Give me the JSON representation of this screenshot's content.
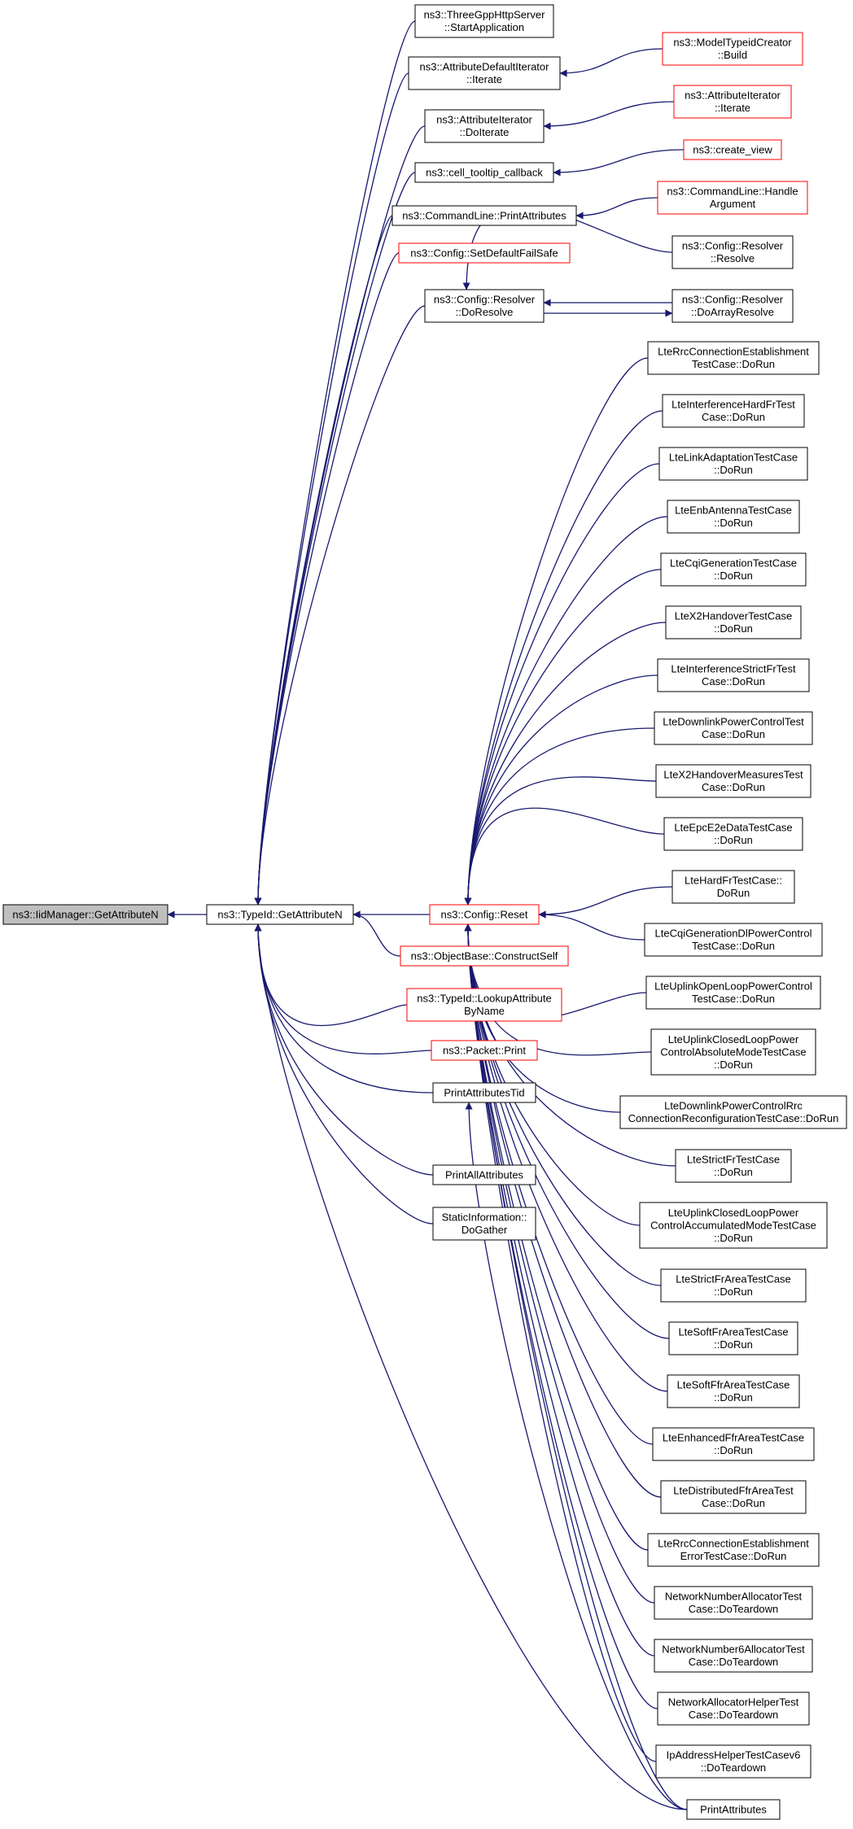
{
  "colors": {
    "edge": "#191970",
    "node_border_normal": "#000000",
    "node_border_truncated": "#ff0000",
    "node_fill": "#ffffff",
    "node_fill_focus": "#bfbfbf",
    "text": "#000000"
  },
  "nodes": [
    {
      "id": "iid",
      "lines": [
        "ns3::IidManager::GetAttributeN"
      ],
      "style": "focus"
    },
    {
      "id": "tid",
      "lines": [
        "ns3::TypeId::GetAttributeN"
      ],
      "style": "normal"
    },
    {
      "id": "tgpp",
      "lines": [
        "ns3::ThreeGppHttpServer",
        "::StartApplication"
      ],
      "style": "normal"
    },
    {
      "id": "adi",
      "lines": [
        "ns3::AttributeDefaultIterator",
        "::Iterate"
      ],
      "style": "normal"
    },
    {
      "id": "aidi",
      "lines": [
        "ns3::AttributeIterator",
        "::DoIterate"
      ],
      "style": "normal"
    },
    {
      "id": "ctc",
      "lines": [
        "ns3::cell_tooltip_callback"
      ],
      "style": "normal"
    },
    {
      "id": "clpa",
      "lines": [
        "ns3::CommandLine::PrintAttributes"
      ],
      "style": "normal"
    },
    {
      "id": "sdfs",
      "lines": [
        "ns3::Config::SetDefaultFailSafe"
      ],
      "style": "truncated"
    },
    {
      "id": "rdr",
      "lines": [
        "ns3::Config::Resolver",
        "::DoResolve"
      ],
      "style": "normal"
    },
    {
      "id": "reset",
      "lines": [
        "ns3::Config::Reset"
      ],
      "style": "truncated"
    },
    {
      "id": "obcs",
      "lines": [
        "ns3::ObjectBase::ConstructSelf"
      ],
      "style": "truncated"
    },
    {
      "id": "tlab",
      "lines": [
        "ns3::TypeId::LookupAttribute",
        "ByName"
      ],
      "style": "truncated"
    },
    {
      "id": "pkt",
      "lines": [
        "ns3::Packet::Print"
      ],
      "style": "truncated"
    },
    {
      "id": "pat",
      "lines": [
        "PrintAttributesTid"
      ],
      "style": "normal"
    },
    {
      "id": "paa",
      "lines": [
        "PrintAllAttributes"
      ],
      "style": "normal"
    },
    {
      "id": "sidg",
      "lines": [
        "StaticInformation::",
        "DoGather"
      ],
      "style": "normal"
    },
    {
      "id": "mtc",
      "lines": [
        "ns3::ModelTypeidCreator",
        "::Build"
      ],
      "style": "truncated"
    },
    {
      "id": "aii",
      "lines": [
        "ns3::AttributeIterator",
        "::Iterate"
      ],
      "style": "truncated"
    },
    {
      "id": "cv",
      "lines": [
        "ns3::create_view"
      ],
      "style": "truncated"
    },
    {
      "id": "clha",
      "lines": [
        "ns3::CommandLine::Handle",
        "Argument"
      ],
      "style": "truncated"
    },
    {
      "id": "crr",
      "lines": [
        "ns3::Config::Resolver",
        "::Resolve"
      ],
      "style": "normal"
    },
    {
      "id": "crdar",
      "lines": [
        "ns3::Config::Resolver",
        "::DoArrayResolve"
      ],
      "style": "normal"
    },
    {
      "id": "r1",
      "lines": [
        "LteRrcConnectionEstablishment",
        "TestCase::DoRun"
      ],
      "style": "normal"
    },
    {
      "id": "r2",
      "lines": [
        "LteInterferenceHardFrTest",
        "Case::DoRun"
      ],
      "style": "normal"
    },
    {
      "id": "r3",
      "lines": [
        "LteLinkAdaptationTestCase",
        "::DoRun"
      ],
      "style": "normal"
    },
    {
      "id": "r4",
      "lines": [
        "LteEnbAntennaTestCase",
        "::DoRun"
      ],
      "style": "normal"
    },
    {
      "id": "r5",
      "lines": [
        "LteCqiGenerationTestCase",
        "::DoRun"
      ],
      "style": "normal"
    },
    {
      "id": "r6",
      "lines": [
        "LteX2HandoverTestCase",
        "::DoRun"
      ],
      "style": "normal"
    },
    {
      "id": "r7",
      "lines": [
        "LteInterferenceStrictFrTest",
        "Case::DoRun"
      ],
      "style": "normal"
    },
    {
      "id": "r8",
      "lines": [
        "LteDownlinkPowerControlTest",
        "Case::DoRun"
      ],
      "style": "normal"
    },
    {
      "id": "r9",
      "lines": [
        "LteX2HandoverMeasuresTest",
        "Case::DoRun"
      ],
      "style": "normal"
    },
    {
      "id": "r10",
      "lines": [
        "LteEpcE2eDataTestCase",
        "::DoRun"
      ],
      "style": "normal"
    },
    {
      "id": "r11",
      "lines": [
        "LteHardFrTestCase::",
        "DoRun"
      ],
      "style": "normal"
    },
    {
      "id": "r12",
      "lines": [
        "LteCqiGenerationDlPowerControl",
        "TestCase::DoRun"
      ],
      "style": "normal"
    },
    {
      "id": "r13",
      "lines": [
        "LteUplinkOpenLoopPowerControl",
        "TestCase::DoRun"
      ],
      "style": "normal"
    },
    {
      "id": "r14",
      "lines": [
        "LteUplinkClosedLoopPower",
        "ControlAbsoluteModeTestCase",
        "::DoRun"
      ],
      "style": "normal"
    },
    {
      "id": "r15",
      "lines": [
        "LteDownlinkPowerControlRrc",
        "ConnectionReconfigurationTestCase::DoRun"
      ],
      "style": "normal"
    },
    {
      "id": "r16",
      "lines": [
        "LteStrictFrTestCase",
        "::DoRun"
      ],
      "style": "normal"
    },
    {
      "id": "r17",
      "lines": [
        "LteUplinkClosedLoopPower",
        "ControlAccumulatedModeTestCase",
        "::DoRun"
      ],
      "style": "normal"
    },
    {
      "id": "r18",
      "lines": [
        "LteStrictFrAreaTestCase",
        "::DoRun"
      ],
      "style": "normal"
    },
    {
      "id": "r19",
      "lines": [
        "LteSoftFrAreaTestCase",
        "::DoRun"
      ],
      "style": "normal"
    },
    {
      "id": "r20",
      "lines": [
        "LteSoftFfrAreaTestCase",
        "::DoRun"
      ],
      "style": "normal"
    },
    {
      "id": "r21",
      "lines": [
        "LteEnhancedFfrAreaTestCase",
        "::DoRun"
      ],
      "style": "normal"
    },
    {
      "id": "r22",
      "lines": [
        "LteDistributedFfrAreaTest",
        "Case::DoRun"
      ],
      "style": "normal"
    },
    {
      "id": "r23",
      "lines": [
        "LteRrcConnectionEstablishment",
        "ErrorTestCase::DoRun"
      ],
      "style": "normal"
    },
    {
      "id": "r24",
      "lines": [
        "NetworkNumberAllocatorTest",
        "Case::DoTeardown"
      ],
      "style": "normal"
    },
    {
      "id": "r25",
      "lines": [
        "NetworkNumber6AllocatorTest",
        "Case::DoTeardown"
      ],
      "style": "normal"
    },
    {
      "id": "r26",
      "lines": [
        "NetworkAllocatorHelperTest",
        "Case::DoTeardown"
      ],
      "style": "normal"
    },
    {
      "id": "r27",
      "lines": [
        "IpAddressHelperTestCasev6",
        "::DoTeardown"
      ],
      "style": "normal"
    },
    {
      "id": "pattr",
      "lines": [
        "PrintAttributes"
      ],
      "style": "normal"
    }
  ],
  "edges": [
    {
      "from": "tid",
      "to": "iid"
    },
    {
      "from": "tgpp",
      "to": "tid"
    },
    {
      "from": "adi",
      "to": "tid"
    },
    {
      "from": "aidi",
      "to": "tid"
    },
    {
      "from": "ctc",
      "to": "tid"
    },
    {
      "from": "clpa",
      "to": "tid"
    },
    {
      "from": "sdfs",
      "to": "tid"
    },
    {
      "from": "rdr",
      "to": "tid"
    },
    {
      "from": "reset",
      "to": "tid"
    },
    {
      "from": "obcs",
      "to": "tid"
    },
    {
      "from": "tlab",
      "to": "tid"
    },
    {
      "from": "pkt",
      "to": "tid"
    },
    {
      "from": "pat",
      "to": "tid"
    },
    {
      "from": "paa",
      "to": "tid"
    },
    {
      "from": "sidg",
      "to": "tid"
    },
    {
      "from": "pattr",
      "to": "tid"
    },
    {
      "from": "mtc",
      "to": "adi"
    },
    {
      "from": "aii",
      "to": "aidi"
    },
    {
      "from": "cv",
      "to": "ctc"
    },
    {
      "from": "clha",
      "to": "clpa"
    },
    {
      "from": "crr",
      "to": "rdr"
    },
    {
      "from": "crdar",
      "to": "rdr"
    },
    {
      "from": "rdr",
      "to": "crdar"
    },
    {
      "from": "r1",
      "to": "reset"
    },
    {
      "from": "r2",
      "to": "reset"
    },
    {
      "from": "r3",
      "to": "reset"
    },
    {
      "from": "r4",
      "to": "reset"
    },
    {
      "from": "r5",
      "to": "reset"
    },
    {
      "from": "r6",
      "to": "reset"
    },
    {
      "from": "r7",
      "to": "reset"
    },
    {
      "from": "r8",
      "to": "reset"
    },
    {
      "from": "r9",
      "to": "reset"
    },
    {
      "from": "r10",
      "to": "reset"
    },
    {
      "from": "r11",
      "to": "reset"
    },
    {
      "from": "r12",
      "to": "reset"
    },
    {
      "from": "r13",
      "to": "reset"
    },
    {
      "from": "r14",
      "to": "reset"
    },
    {
      "from": "r15",
      "to": "reset"
    },
    {
      "from": "r16",
      "to": "reset"
    },
    {
      "from": "r17",
      "to": "reset"
    },
    {
      "from": "r18",
      "to": "reset"
    },
    {
      "from": "r19",
      "to": "reset"
    },
    {
      "from": "r20",
      "to": "reset"
    },
    {
      "from": "r21",
      "to": "reset"
    },
    {
      "from": "r22",
      "to": "reset"
    },
    {
      "from": "r23",
      "to": "reset"
    },
    {
      "from": "r24",
      "to": "reset"
    },
    {
      "from": "r25",
      "to": "reset"
    },
    {
      "from": "r26",
      "to": "reset"
    },
    {
      "from": "r27",
      "to": "reset"
    },
    {
      "from": "pattr",
      "to": "reset"
    },
    {
      "from": "pattr",
      "to": "pat"
    }
  ]
}
